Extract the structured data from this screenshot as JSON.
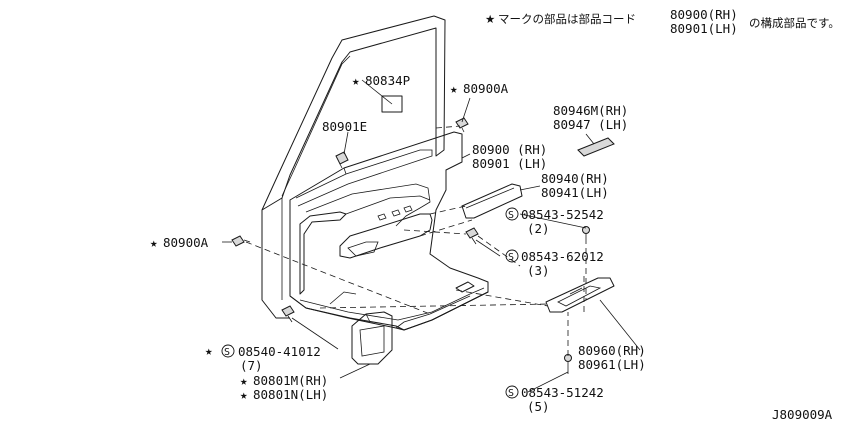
{
  "legend": {
    "prefix": "マークの部品は部品コード",
    "code_rh": "80900(RH)",
    "code_lh": "80901(LH)",
    "suffix": "の構成部品です。"
  },
  "labels": {
    "p80834P": "80834P",
    "p80900A_top": "80900A",
    "p80901E": "80901E",
    "p80946M": "80946M(RH)",
    "p80947": "80947 (LH)",
    "p80900rh": "80900 (RH)",
    "p80901lh": "80901 (LH)",
    "p80940": "80940(RH)",
    "p80941": "80941(LH)",
    "p80900A_left": "80900A",
    "s08543_52542": "08543-52542",
    "q2": "(2)",
    "s08543_62012": "08543-62012",
    "q3": "(3)",
    "s08540_41012": "08540-41012",
    "q7": "(7)",
    "p80801M": "80801M(RH)",
    "p80801N": "80801N(LH)",
    "p80960": "80960(RH)",
    "p80961": "80961(LH)",
    "s08543_51242": "08543-51242",
    "q5": "(5)"
  },
  "symbols": {
    "star": "★",
    "screw": "S"
  },
  "diagram_code": "J809009A"
}
